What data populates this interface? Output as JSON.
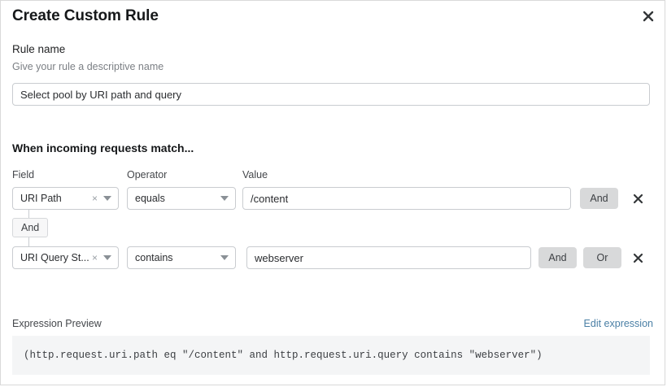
{
  "dialog": {
    "title": "Create Custom Rule",
    "close_icon": "close-icon"
  },
  "rule_name": {
    "label": "Rule name",
    "hint": "Give your rule a descriptive name",
    "value": "Select pool by URI path and query",
    "placeholder": "Select pool by URI path and query"
  },
  "conditions": {
    "section_heading": "When incoming requests match...",
    "columns": {
      "field": "Field",
      "operator": "Operator",
      "value": "Value"
    },
    "connector": "And",
    "rows": [
      {
        "field": "URI Path",
        "operator": "equals",
        "value": "/content",
        "buttons": [
          "And"
        ],
        "clearable": true
      },
      {
        "field": "URI Query St...",
        "operator": "contains",
        "value": "webserver",
        "buttons": [
          "And",
          "Or"
        ],
        "clearable": true
      }
    ]
  },
  "preview": {
    "label": "Expression Preview",
    "edit_link": "Edit expression",
    "expression": "(http.request.uri.path eq \"/content\" and http.request.uri.query contains \"webserver\")"
  },
  "colors": {
    "link": "#4a7fa5",
    "button_gray": "#d8d9da",
    "border": "#c9ccd0",
    "preview_bg": "#f4f5f6"
  }
}
